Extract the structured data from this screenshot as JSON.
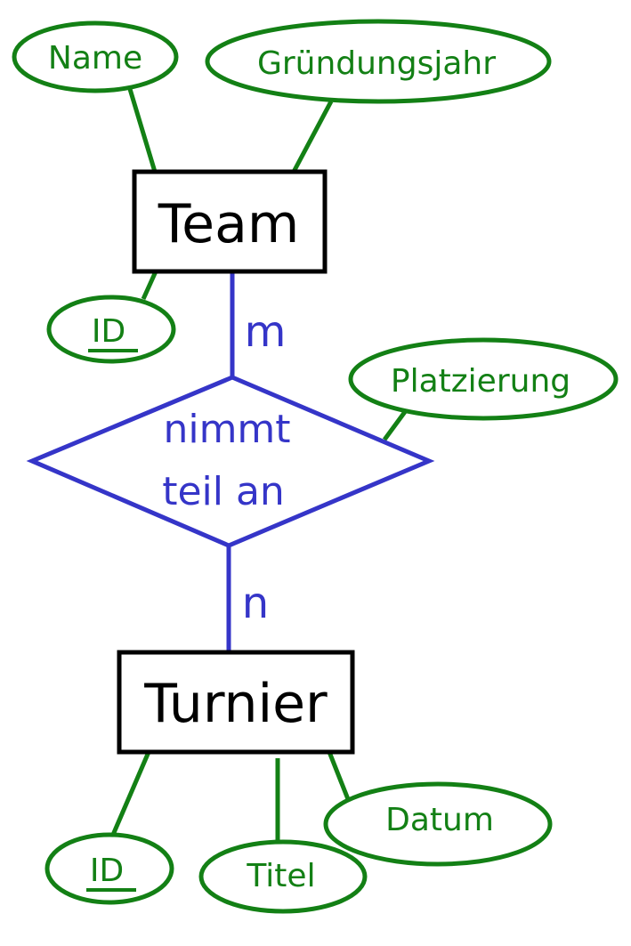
{
  "colors": {
    "attribute": "#138015",
    "relationship": "#3535c8",
    "entity": "#000000",
    "background": "#ffffff"
  },
  "entities": {
    "team": {
      "label": "Team"
    },
    "turnier": {
      "label": "Turnier"
    }
  },
  "relationship": {
    "label_line1": "nimmt",
    "label_line2": "teil an",
    "card_team": "m",
    "card_turnier": "n"
  },
  "attributes": {
    "team_name": "Name",
    "team_gruendungsjahr": "Gründungsjahr",
    "team_id": "ID",
    "platzierung": "Platzierung",
    "turnier_id": "ID",
    "turnier_titel": "Titel",
    "turnier_datum": "Datum"
  }
}
